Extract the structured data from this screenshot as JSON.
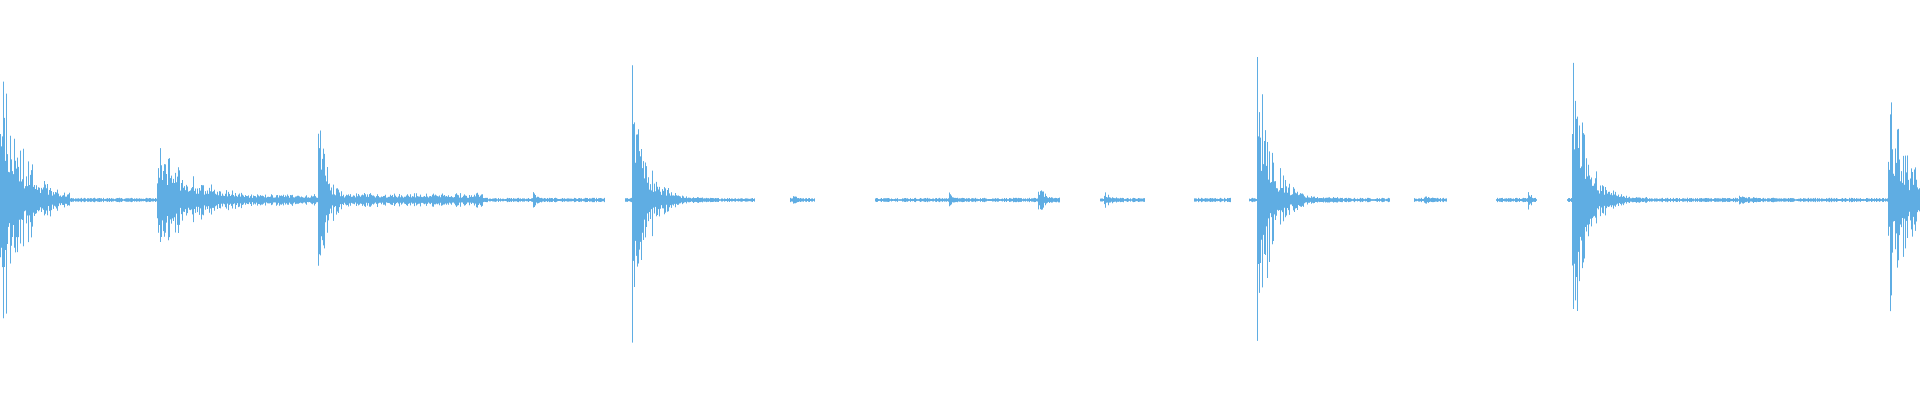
{
  "chart_data": {
    "type": "waveform",
    "color": "#5FADE3",
    "background": "#FFFFFF",
    "amplitude_range": [
      -1,
      1
    ],
    "grid": false,
    "axes": false
  }
}
